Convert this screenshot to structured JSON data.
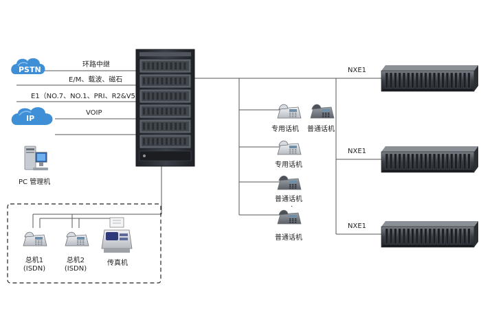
{
  "clouds": {
    "pstn": "PSTN",
    "ip": "IP"
  },
  "links": {
    "loop_trunk": "环路中继",
    "em": "E/M、载波、磁石",
    "e1": "E1（NO.7、NO.1、PRI、R2&V5）",
    "voip": "VOIP"
  },
  "pc": {
    "label": "PC 管理机"
  },
  "phones": {
    "dedicated1": "专用话机",
    "normal1": "普通话机",
    "dedicated2": "专用话机",
    "normal2": "普通话机",
    "dots": "·",
    "normal3": "普通话机"
  },
  "nxe": {
    "label1": "NXE1",
    "label2": "NXE1",
    "label3": "NXE1"
  },
  "bottom": {
    "console1_line1": "总机1",
    "console1_line2": "(ISDN)",
    "console2_line1": "总机2",
    "console2_line2": "(ISDN)",
    "fax": "传真机"
  },
  "colors": {
    "cloud": "#3f8fd6",
    "rack": "#2e3238",
    "rack_panel": "#5a6068",
    "line": "#555555",
    "nxe_body": "#3a3e44"
  }
}
